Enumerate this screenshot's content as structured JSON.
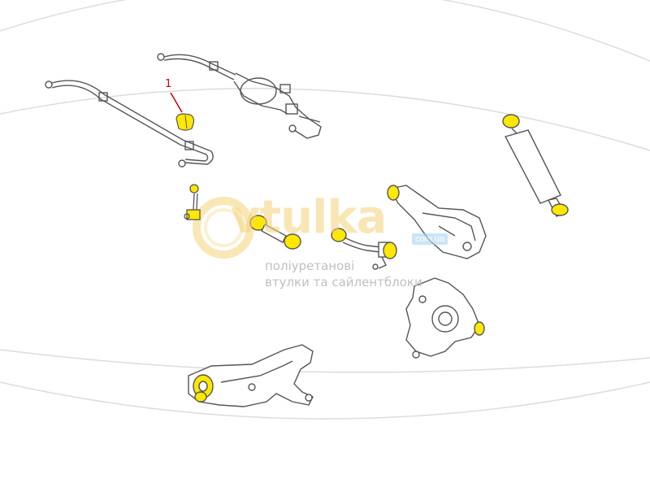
{
  "diagram": {
    "callout": {
      "number": "1",
      "color": "#cc0000"
    },
    "watermark": {
      "brand": "vtulka",
      "domain_badge": "com.ua",
      "tagline_line1": "поліуретанові",
      "tagline_line2": "втулки та сайлентблоки",
      "brand_color": "#f5d27a",
      "tagline_color": "#c0c0c0"
    },
    "colors": {
      "outline": "#555555",
      "bushing": "#ffe800",
      "background": "#ffffff",
      "arc_lines": "#dcdcdc"
    },
    "parts": [
      "stabilizer-bar-with-actuator",
      "stabilizer-bar",
      "stabilizer-bushing",
      "stabilizer-link",
      "rear-shock-absorber",
      "lateral-link",
      "toe-control-link",
      "upper-control-arm",
      "rear-knuckle",
      "lower-trailing-arm"
    ]
  }
}
